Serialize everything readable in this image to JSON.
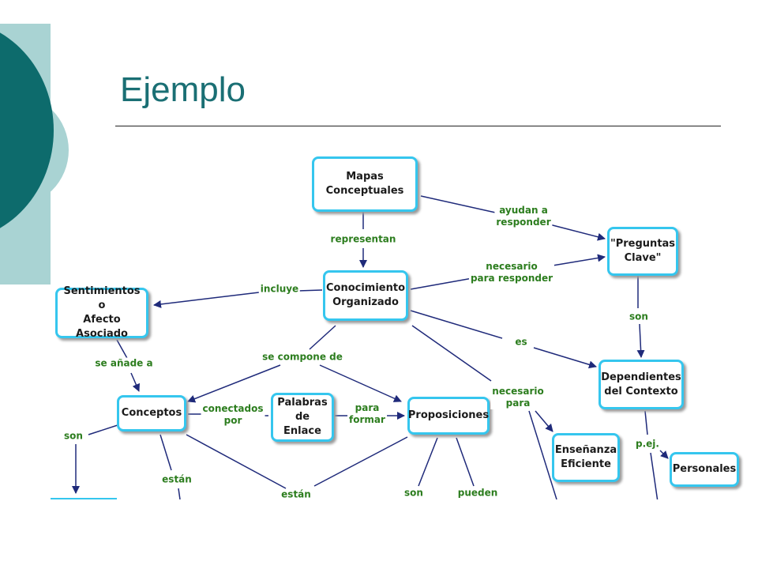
{
  "slide": {
    "title": "Ejemplo"
  },
  "theme": {
    "teal_dark": "#0d6b6c",
    "teal_light": "#a9d3d3",
    "node_border": "#35c6ee",
    "link_text": "#2c7d1e",
    "arrow": "#1f2a7a"
  },
  "concept_map": {
    "nodes": {
      "mapas": "Mapas\nConceptuales",
      "preguntas": "\"Preguntas\nClave\"",
      "conocimiento": "Conocimiento\nOrganizado",
      "sentimientos": "Sentimientos o\nAfecto Asociado",
      "dependientes": "Dependientes\ndel Contexto",
      "conceptos": "Conceptos",
      "palabras": "Palabras\nde Enlace",
      "proposiciones": "Proposiciones",
      "ensenanza": "Enseñanza\nEficiente",
      "personales": "Personales"
    },
    "links": {
      "representan": "representan",
      "ayudan": "ayudan a\nresponder",
      "necesario_responder": "necesario\npara responder",
      "incluye": "incluye",
      "son_preguntas": "son",
      "es": "es",
      "se_anade": "se añade a",
      "se_compone": "se compone de",
      "necesario_para": "necesario\npara",
      "conectados": "conectados\npor",
      "para_formar": "para\nformar",
      "pej": "p.ej.",
      "son_conceptos": "son",
      "estan_left": "están",
      "estan_mid": "están",
      "son_prop": "son",
      "pueden": "pueden"
    }
  }
}
